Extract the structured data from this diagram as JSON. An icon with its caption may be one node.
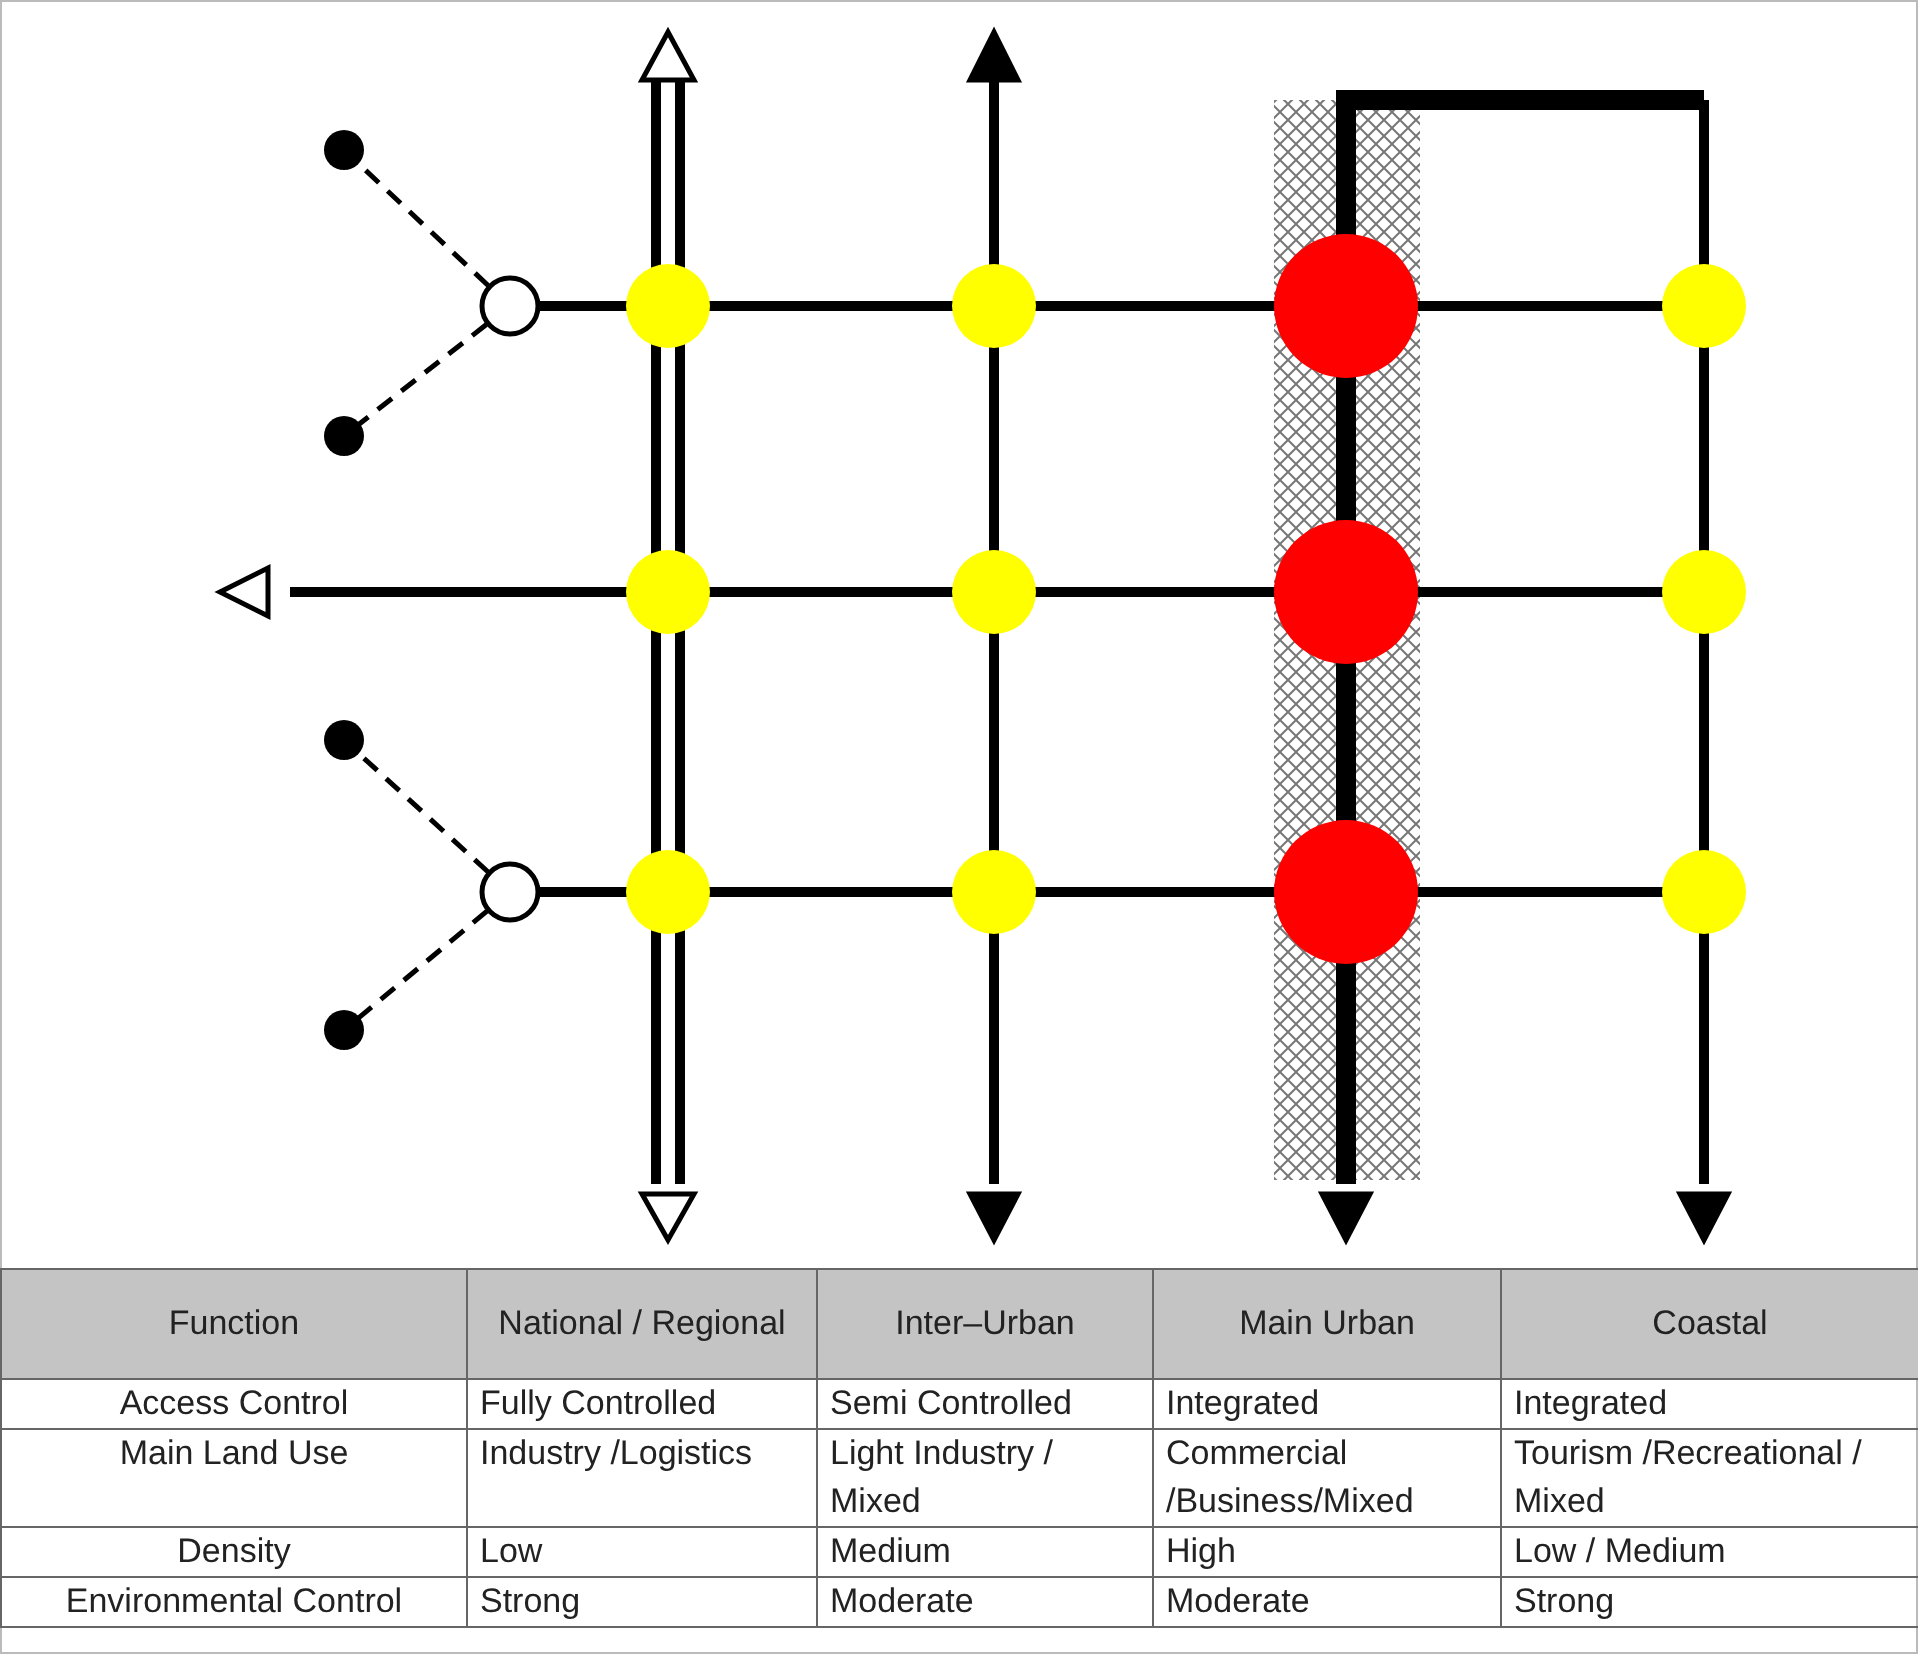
{
  "diagram": {
    "labels": [
      "Function",
      "National / Regional",
      "Inter–Urban",
      "Main Urban",
      "Coastal",
      "Access Control",
      "Fully Controlled",
      "Semi Controlled",
      "Integrated",
      "Integrated",
      "Main Land Use",
      "Industry /Logistics",
      "Light Industry / Mixed",
      "Commercial /Business/Mixed",
      "Tourism /Recreational / Mixed",
      "Density",
      "Low",
      "Medium",
      "High",
      "Low / Medium",
      "Environmental Control",
      "Strong",
      "Moderate",
      "Moderate",
      "Strong"
    ]
  }
}
